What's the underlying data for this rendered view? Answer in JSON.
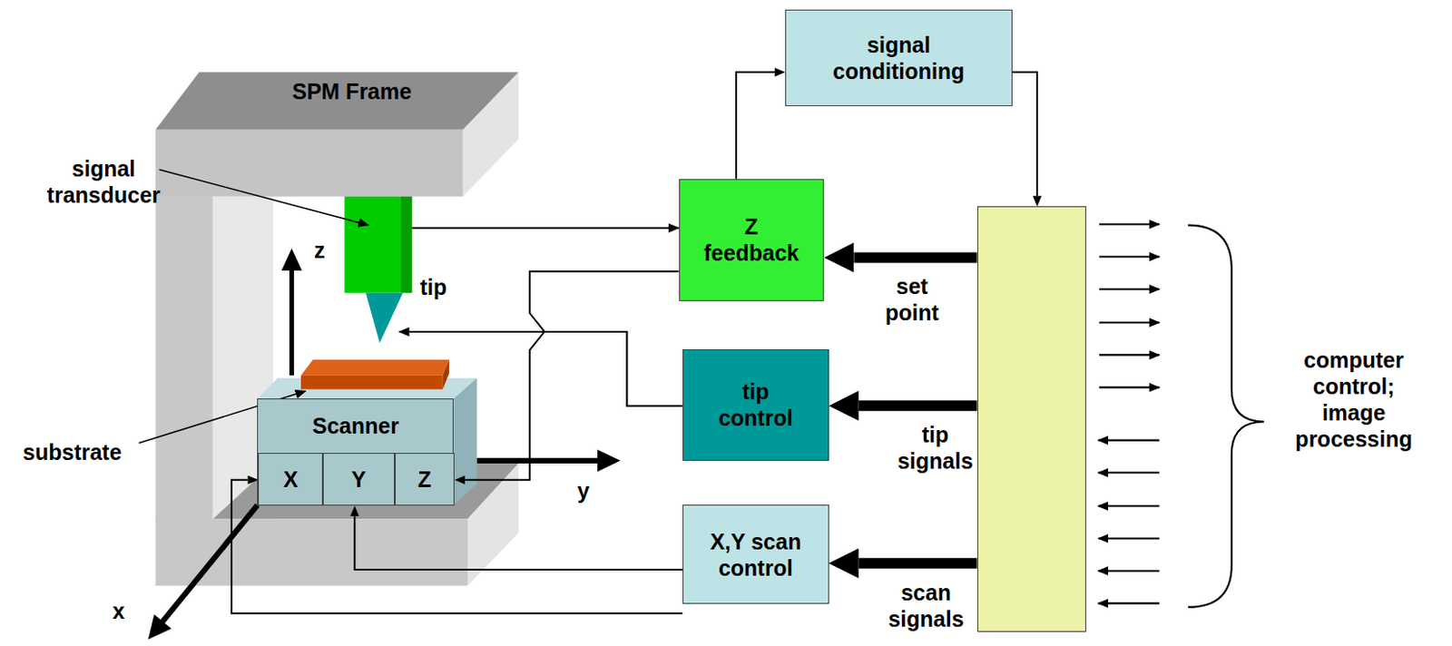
{
  "diagram": {
    "nodes": [
      {
        "text": [
          "Scanner"
        ]
      },
      {
        "text": [
          "X"
        ],
        "in": 0
      },
      {
        "text": [
          "Y"
        ],
        "in": 0
      },
      {
        "text": [
          "Z"
        ],
        "in": 0
      },
      {
        "text": [
          "signal conditioning"
        ]
      },
      {
        "text": [
          "Z feedback"
        ]
      },
      {
        "text": [
          "tip control"
        ]
      },
      {
        "text": [
          "X,Y scan control"
        ]
      },
      {
        "text": [
          "computer control; image processing"
        ]
      }
    ],
    "edges": [
      {
        "from": 5,
        "to": 4,
        "arrow": "to"
      },
      {
        "from": 4,
        "to": 8,
        "arrow": "to"
      },
      {
        "from": 8,
        "to": 5,
        "arrow": "to",
        "label": "set point"
      },
      {
        "from": 8,
        "to": 6,
        "arrow": "to",
        "label": "tip signals"
      },
      {
        "from": 8,
        "to": 7,
        "arrow": "to",
        "label": "scan signals"
      },
      {
        "from": 5,
        "to": 3,
        "arrow": "to"
      },
      {
        "from": 7,
        "to": 1,
        "arrow": "to"
      },
      {
        "from": 7,
        "to": 2,
        "arrow": "to"
      }
    ],
    "labels": [
      "SPM Frame",
      "signal transducer",
      "tip",
      "substrate",
      "z",
      "y",
      "x"
    ]
  }
}
